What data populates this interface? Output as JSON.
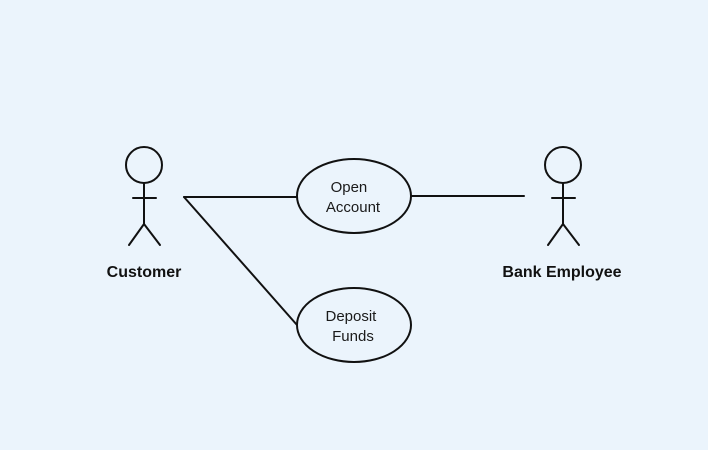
{
  "diagram": {
    "actors": {
      "customer": "Customer",
      "bank_employee": "Bank Employee"
    },
    "use_cases": {
      "open_account": [
        "Open",
        "Account"
      ],
      "deposit_funds": [
        "Deposit",
        "Funds"
      ]
    },
    "colors": {
      "background": "#EBF4FC",
      "stroke": "#111111",
      "text": "#111111"
    }
  }
}
